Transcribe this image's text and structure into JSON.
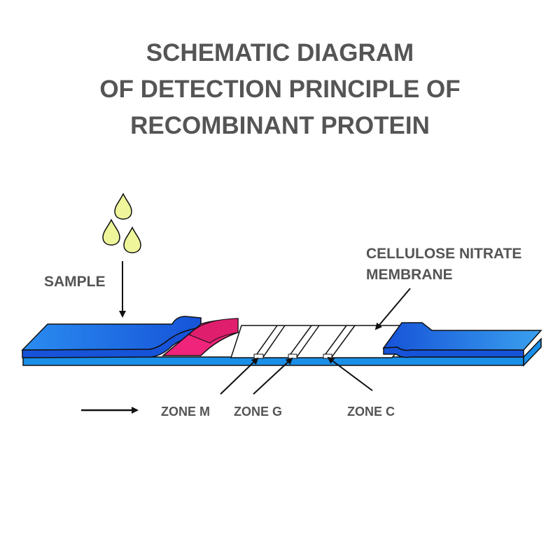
{
  "title": {
    "line1": "SCHEMATIC DIAGRAM",
    "line2": "OF DETECTION PRINCIPLE OF",
    "line3": "RECOMBINANT PROTEIN"
  },
  "labels": {
    "sample": "SAMPLE",
    "membrane_line1": "CELLULOSE NITRATE",
    "membrane_line2": "MEMBRANE",
    "zone_m": "ZONE M",
    "zone_g": "ZONE G",
    "zone_c": "ZONE C"
  },
  "colors": {
    "text": "#555555",
    "drop": "#eef59a",
    "pad_blue": "#1f6fe0",
    "base_blue": "#1a8fe8",
    "conjugate_pad": "#f0247a",
    "line": "#111111"
  }
}
